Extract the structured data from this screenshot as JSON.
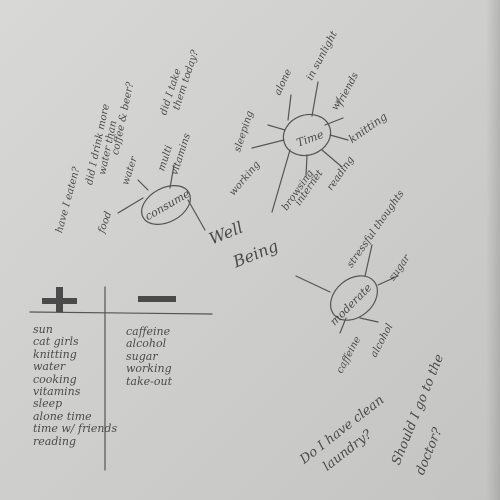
{
  "center": {
    "well_line1": "Well",
    "well_line2": "Being"
  },
  "consume": {
    "label": "consume",
    "branches": {
      "food": "food",
      "have_i_eaten": "have I eaten?",
      "water": "water",
      "drink_q1": "did I drink more",
      "drink_q2": "water than",
      "drink_q3": "coffee & beer?",
      "multi": "multi",
      "vitamins": "vitamins",
      "take_q1": "did I take",
      "take_q2": "them today?"
    }
  },
  "time": {
    "label": "Time",
    "branches": {
      "sleeping": "sleeping",
      "working": "working",
      "alone": "alone",
      "sunlight1": "in sunlight",
      "sunlight2": "w/",
      "sunlight3": "friends",
      "knitting": "knitting",
      "reading": "reading",
      "browsing1": "browsing",
      "browsing2": "internet"
    }
  },
  "moderate": {
    "label": "moderate",
    "branches": {
      "stressful": "stressful thoughts",
      "sugar": "sugar",
      "caffeine": "caffeine",
      "alcohol": "alcohol"
    }
  },
  "table": {
    "plus_header": "plus-sign",
    "minus_header": "minus-sign",
    "plus_items": [
      "sun",
      "cat girls",
      "knitting",
      "water",
      "cooking",
      "vitamins",
      "sleep",
      "alone time",
      "time w/ friends",
      "reading"
    ],
    "minus_items": [
      "caffeine",
      "alcohol",
      "sugar",
      "working",
      "take-out"
    ]
  },
  "notes": {
    "laundry1": "Do I have clean",
    "laundry2": "laundry?",
    "doctor1": "Should I go to the",
    "doctor2": "doctor?"
  }
}
